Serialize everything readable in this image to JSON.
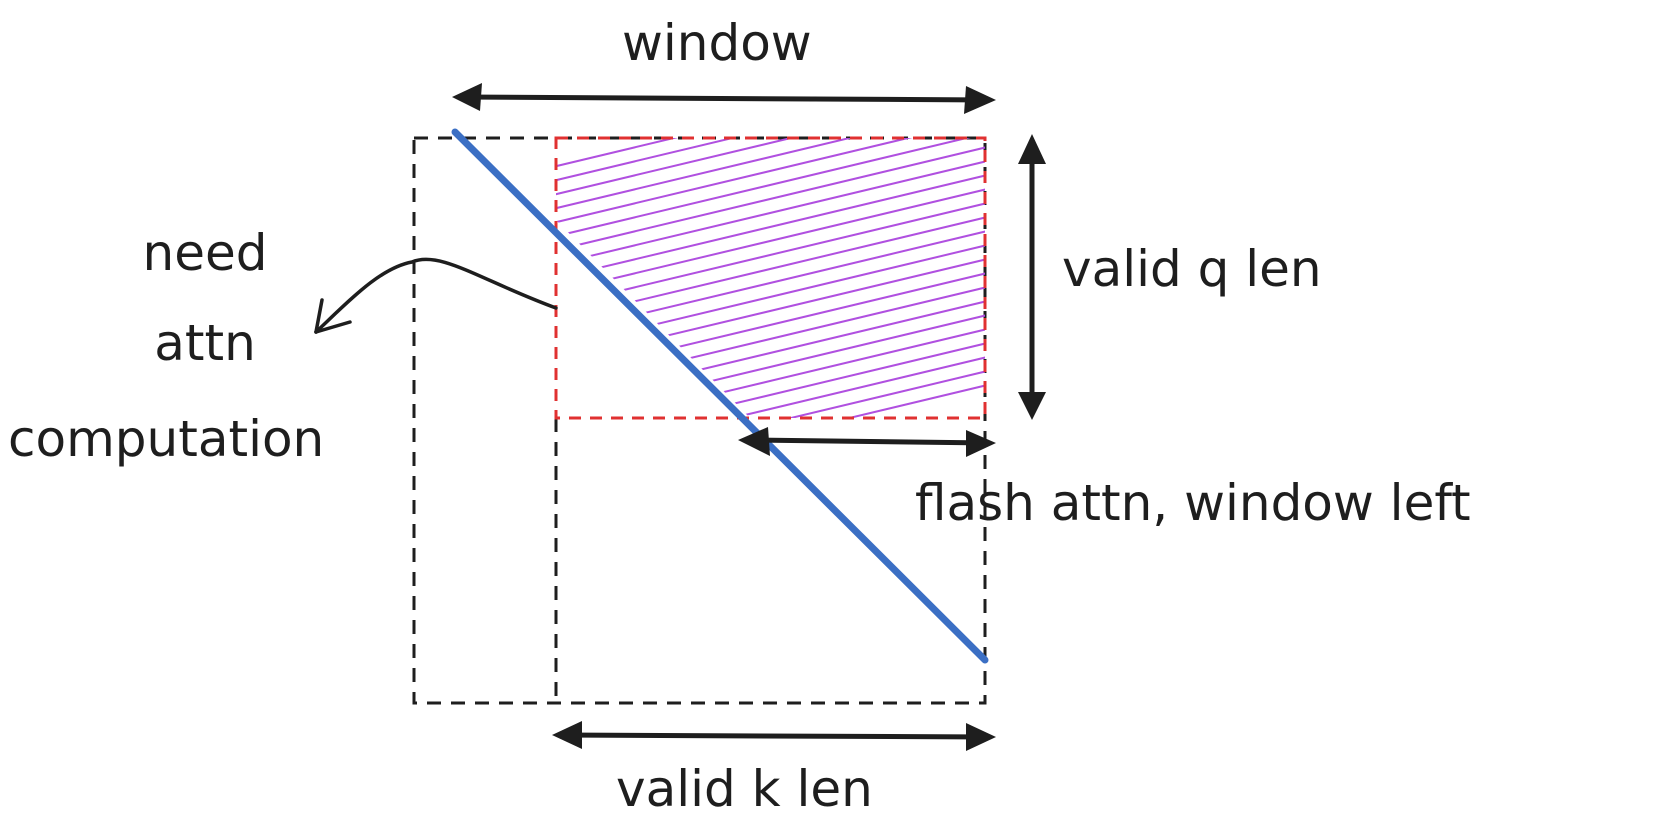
{
  "labels": {
    "window": "window",
    "valid_q_len": "valid q len",
    "need": "need",
    "attn": "attn",
    "computation": "computation",
    "flash_attn_window_left": "flash attn, window left",
    "valid_k_len": "valid k len"
  },
  "colors": {
    "ink": "#1e1e1e",
    "diagonal": "#3b6fc4",
    "dashed_red": "#e03131",
    "hatch": "#b050e0"
  }
}
